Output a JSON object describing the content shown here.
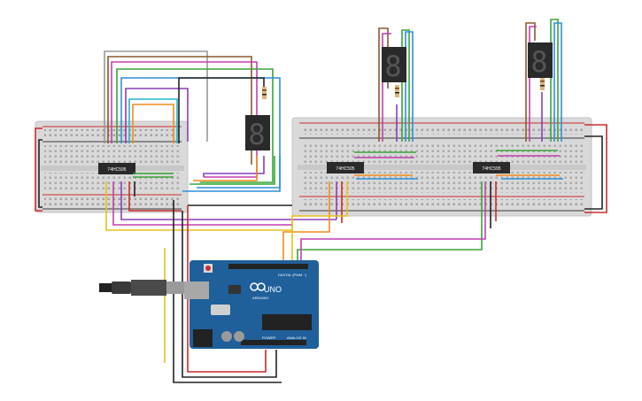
{
  "breadboards": [
    {
      "id": "bb-left",
      "chip": {
        "label": "74HC595"
      }
    },
    {
      "id": "bb-right",
      "chips": [
        {
          "label": "74HC595"
        },
        {
          "label": "74HC595"
        }
      ]
    }
  ],
  "displays": [
    {
      "id": "seg-1",
      "digit": "8"
    },
    {
      "id": "seg-2",
      "digit": "8"
    },
    {
      "id": "seg-3",
      "digit": "8"
    }
  ],
  "arduino": {
    "logo_text": "UNO",
    "brand_text": "ARDUINO",
    "digital_label": "DIGITAL (PWM ~)",
    "power_label": "POWER",
    "analog_label": "ANALOG IN"
  },
  "colors": {
    "breadboard": "#d9d9d9",
    "breadboard_center": "#c8c8c8",
    "board_blue": "#1f5f9a",
    "wire_red": "#cc2b2b",
    "wire_black": "#222222",
    "wire_orange": "#f28c1b",
    "wire_yellow": "#e8c21c",
    "wire_green": "#3aa53a",
    "wire_blue": "#2f8fd8",
    "wire_purple": "#8a3db8",
    "wire_brown": "#8a5a2b",
    "wire_magenta": "#c13fb0",
    "wire_cyan": "#23b5c8",
    "wire_gray": "#9a9a9a"
  }
}
